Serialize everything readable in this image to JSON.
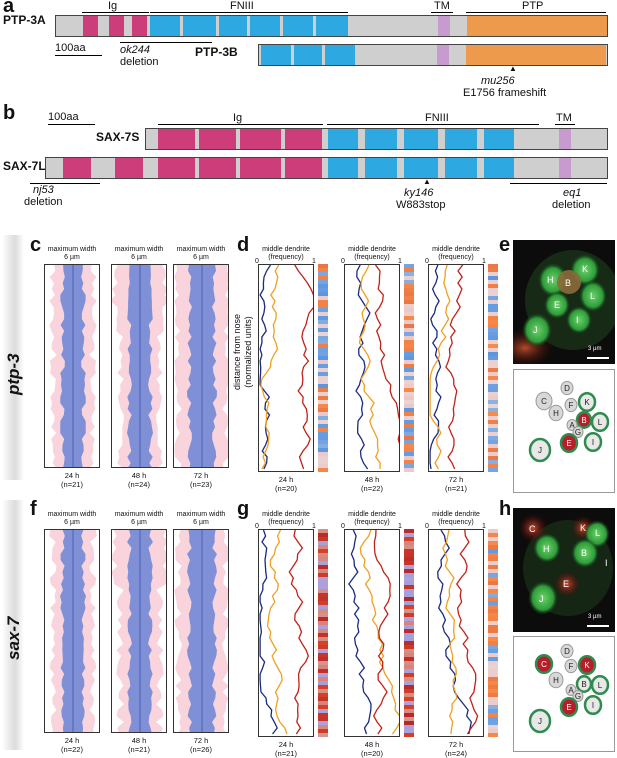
{
  "panel_labels": {
    "a": "a",
    "b": "b",
    "c": "c",
    "d": "d",
    "e": "e",
    "f": "f",
    "g": "g",
    "h": "h"
  },
  "panel_a": {
    "ptp3a": "PTP-3A",
    "ptp3b": "PTP-3B",
    "ig": "Ig",
    "fniii": "FNIII",
    "tm": "TM",
    "ptp": "PTP",
    "scale": "100aa",
    "ok244": "ok244",
    "deletion1": "deletion",
    "mu256": "mu256",
    "frameshift": "E1756 frameshift"
  },
  "panel_b": {
    "scale": "100aa",
    "sax7s": "SAX-7S",
    "sax7l": "SAX-7L",
    "ig": "Ig",
    "fniii": "FNIII",
    "tm": "TM",
    "nj53": "nj53",
    "deletion1": "deletion",
    "ky146": "ky146",
    "w883": "W883stop",
    "eq1": "eq1",
    "deletion2": "deletion"
  },
  "rows": {
    "ptp3": "ptp-3",
    "sax7": "sax-7"
  },
  "axis": {
    "distance": "distance from nose",
    "normalized": "(normalized units)",
    "max_width": "maximum width",
    "six_um": "6 µm",
    "middle_dendrite": "middle dendrite",
    "frequency": "(frequency)",
    "zero": "0",
    "one": "1"
  },
  "panel_c": [
    {
      "time": "24 h",
      "n": "(n=21)"
    },
    {
      "time": "48 h",
      "n": "(n=24)"
    },
    {
      "time": "72 h",
      "n": "(n=23)"
    }
  ],
  "panel_d": [
    {
      "time": "24 h",
      "n": "(n=20)"
    },
    {
      "time": "48 h",
      "n": "(n=22)"
    },
    {
      "time": "72 h",
      "n": "(n=21)"
    }
  ],
  "panel_f": [
    {
      "time": "24 h",
      "n": "(n=22)"
    },
    {
      "time": "48 h",
      "n": "(n=21)"
    },
    {
      "time": "72 h",
      "n": "(n=26)"
    }
  ],
  "panel_g": [
    {
      "time": "24 h",
      "n": "(n=21)"
    },
    {
      "time": "48 h",
      "n": "(n=20)"
    },
    {
      "time": "72 h",
      "n": "(n=24)"
    }
  ],
  "panel_e": {
    "scale": "3 µm",
    "cells": [
      "D",
      "C",
      "K",
      "H",
      "F",
      "B",
      "L",
      "A",
      "G",
      "E",
      "I",
      "J"
    ]
  },
  "panel_h": {
    "scale": "3 µm",
    "cells": [
      "D",
      "C",
      "F",
      "K",
      "H",
      "B",
      "L",
      "A",
      "G",
      "E",
      "I",
      "J"
    ]
  },
  "colors": {
    "ig": "#cc3d7a",
    "fniii": "#2ea8e0",
    "tm": "#c79bcf",
    "ptp": "#ee9a4d",
    "backbone": "#cfcfcf",
    "navy": "#1b2a80",
    "orange": "#f0a020",
    "red": "#c0221a",
    "blue_fill": "#6a84d6",
    "green": "#3a9a5a"
  }
}
